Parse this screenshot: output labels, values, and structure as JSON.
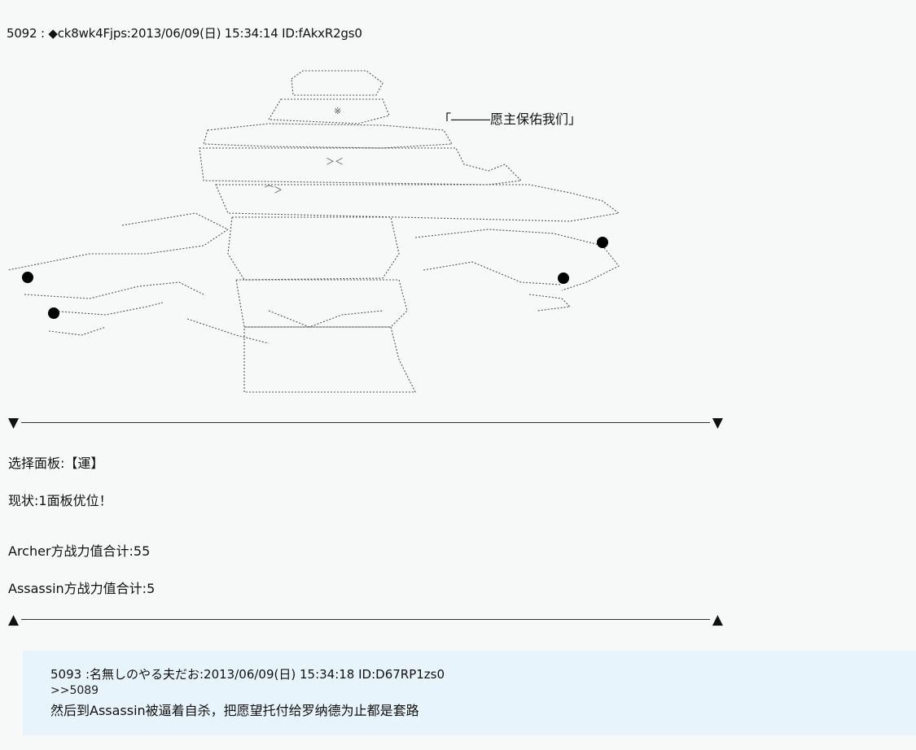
{
  "post": {
    "header": "5092 : ◆ck8wk4Fjps:2013/06/09(日) 15:34:14 ID:fAkxR2gs0",
    "speech": "「―――愿主保佑我们」",
    "divider_top": {
      "left": "▼",
      "right": "▼"
    },
    "divider_bottom": {
      "left": "▲",
      "right": "▲"
    },
    "lines": [
      "选择面板:【運】",
      "现状:1面板优位！",
      "Archer方战力值合计:55",
      "Assassin方战力值合计:5"
    ]
  },
  "reply": {
    "header": "5093 :名無しのやる夫だお:2013/06/09(日) 15:34:18 ID:D67RP1zs0",
    "quote": ">>5089",
    "text": "然后到Assassin被逼着自杀，把愿望托付给罗纳德为止都是套路"
  }
}
